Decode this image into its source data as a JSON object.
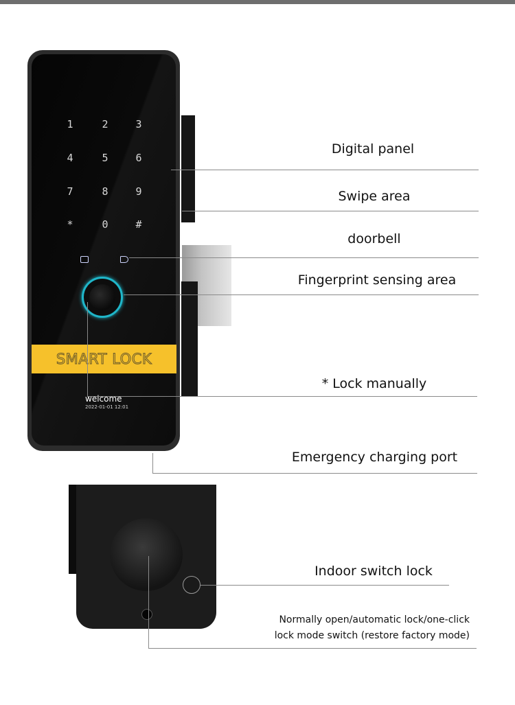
{
  "front_lock": {
    "keypad": [
      "1",
      "2",
      "3",
      "4",
      "5",
      "6",
      "7",
      "8",
      "9",
      "*",
      "0",
      "#"
    ],
    "brand_text": "SMART LOCK",
    "screen_greeting": "welcome",
    "screen_datetime": "2022-01-01 12:01"
  },
  "callouts": {
    "digital_panel": "Digital panel",
    "swipe_area": "Swipe area",
    "doorbell": "doorbell",
    "fingerprint": "Fingerprint sensing area",
    "lock_manually": "* Lock manually",
    "charging_port": "Emergency charging port",
    "indoor_switch": "Indoor switch lock",
    "mode_switch_line1": "Normally open/automatic lock/one-click",
    "mode_switch_line2": "lock mode switch (restore factory mode)"
  },
  "colors": {
    "lock_body": "#0a0a0a",
    "fingerprint_ring": "#1fb6c9",
    "brand_strip": "#f6c12b",
    "leader_lines": "#8a8a8a"
  }
}
